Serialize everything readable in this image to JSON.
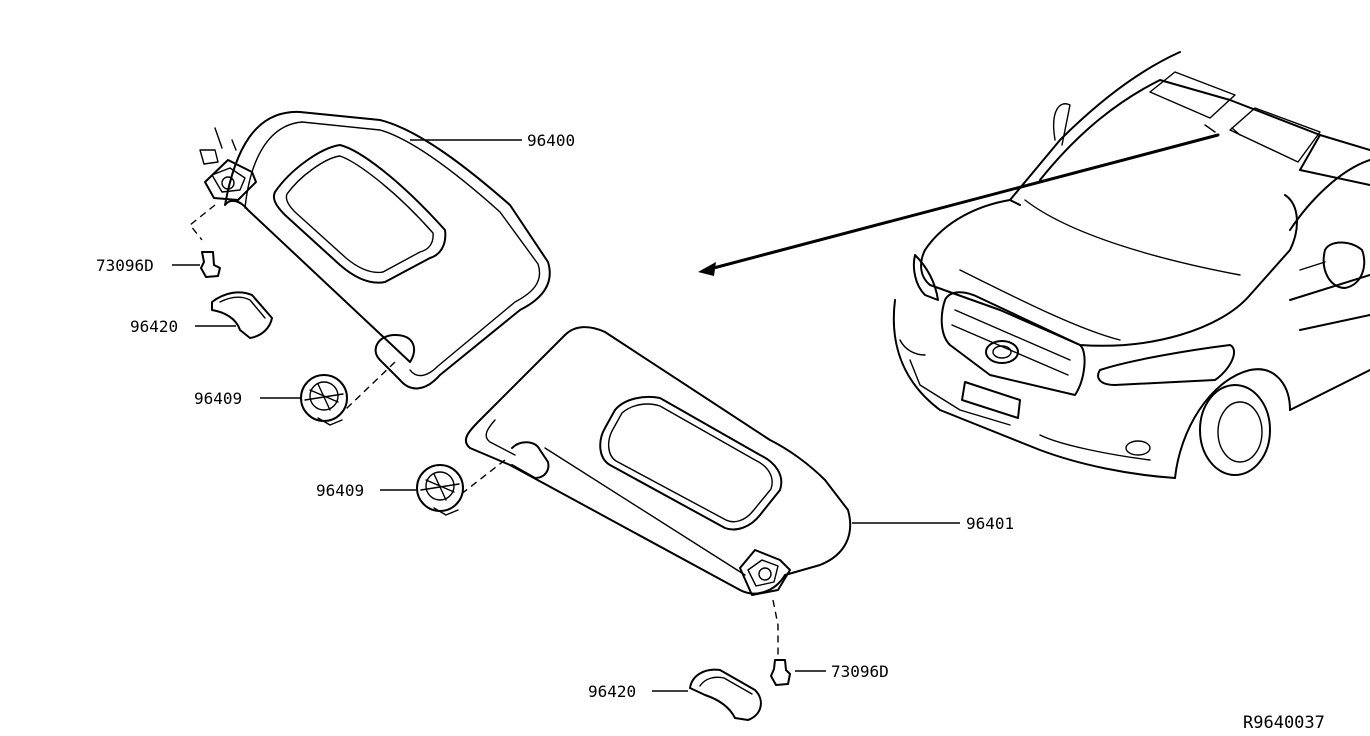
{
  "callouts": {
    "visor_upper": "96400",
    "visor_lower": "96401",
    "clip_upper": "73096D",
    "clip_lower": "73096D",
    "cover_upper": "96420",
    "cover_lower": "96420",
    "holder_upper": "96409",
    "holder_lower": "96409"
  },
  "reference_code": "R9640037"
}
